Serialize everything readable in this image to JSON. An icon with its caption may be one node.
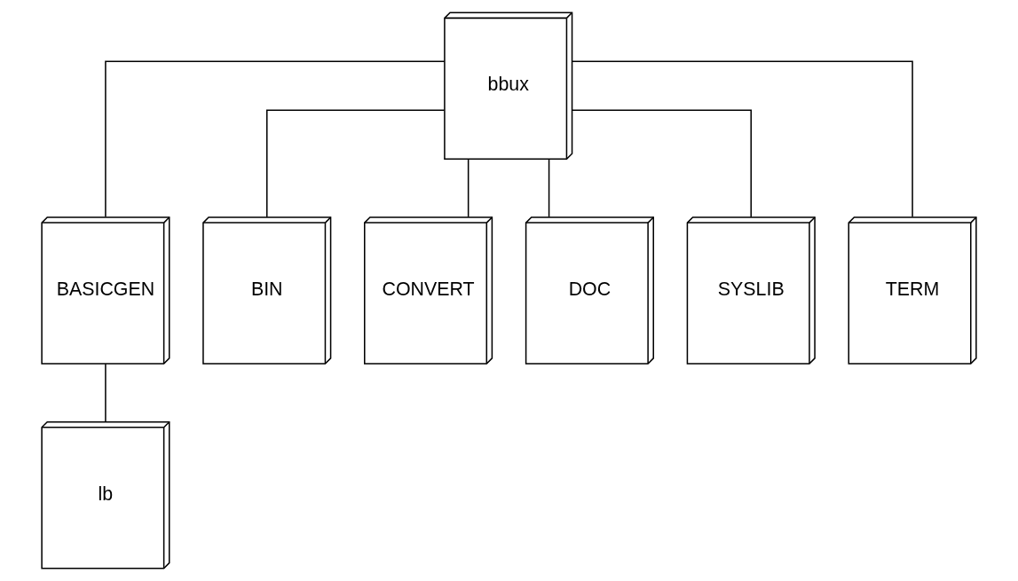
{
  "diagram": {
    "nodes": [
      {
        "text": [
          "bbux"
        ]
      },
      {
        "text": [
          "BASICGEN"
        ]
      },
      {
        "text": [
          "BIN"
        ]
      },
      {
        "text": [
          "CONVERT"
        ]
      },
      {
        "text": [
          "DOC"
        ]
      },
      {
        "text": [
          "SYSLIB"
        ]
      },
      {
        "text": [
          "TERM"
        ]
      },
      {
        "text": [
          "lb"
        ]
      }
    ],
    "edges": [
      {
        "from": 0,
        "to": 1,
        "arrow": "none"
      },
      {
        "from": 0,
        "to": 2,
        "arrow": "none"
      },
      {
        "from": 0,
        "to": 3,
        "arrow": "none"
      },
      {
        "from": 0,
        "to": 4,
        "arrow": "none"
      },
      {
        "from": 0,
        "to": 5,
        "arrow": "none"
      },
      {
        "from": 0,
        "to": 6,
        "arrow": "none"
      },
      {
        "from": 1,
        "to": 7,
        "arrow": "none"
      }
    ]
  }
}
